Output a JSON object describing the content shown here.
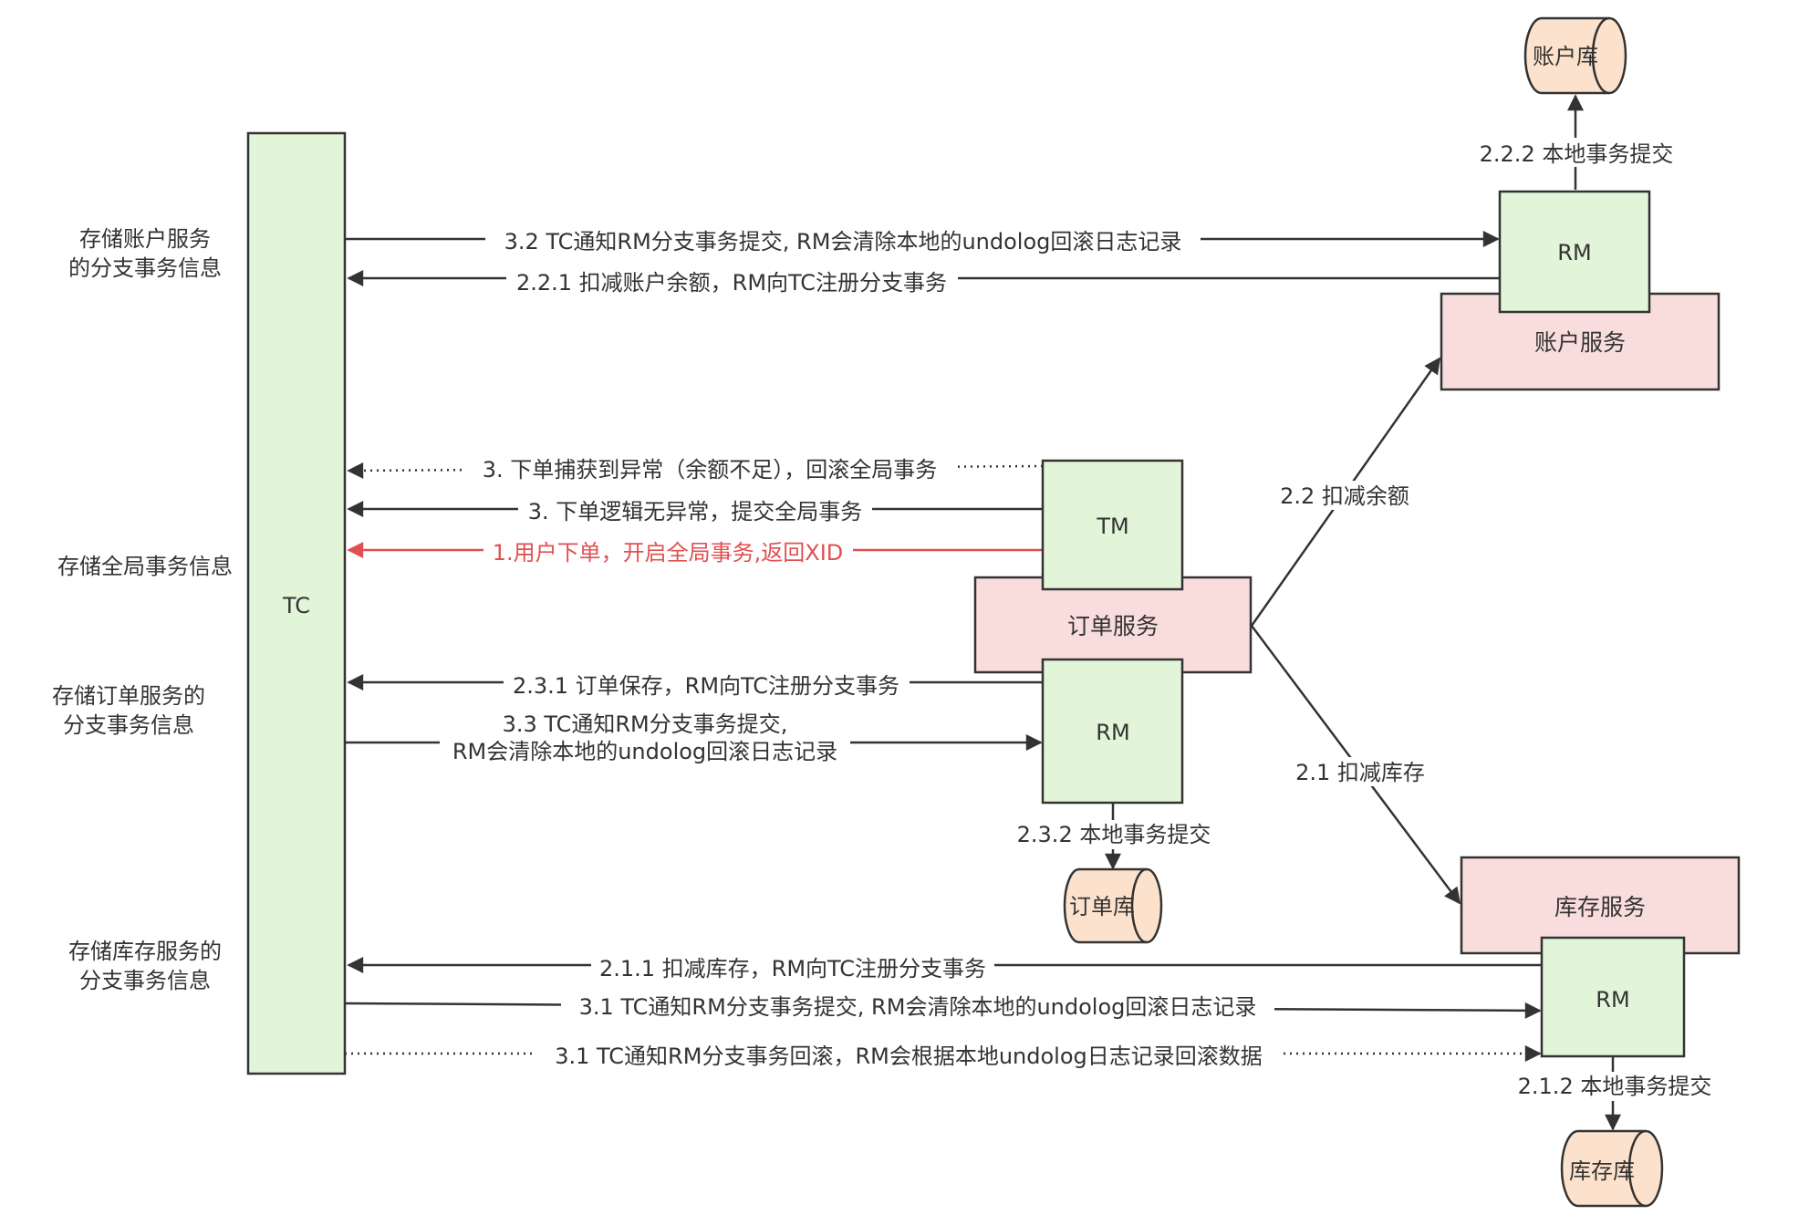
{
  "nodes": {
    "tc": "TC",
    "tm": "TM",
    "rm_account": "RM",
    "rm_order": "RM",
    "rm_stock": "RM",
    "account_service": "账户服务",
    "order_service": "订单服务",
    "stock_service": "库存服务",
    "account_db": "账户库",
    "order_db": "订单库",
    "stock_db": "库存库"
  },
  "side_notes": {
    "account_1": "存储账户服务",
    "account_2": "的分支事务信息",
    "global": "存储全局事务信息",
    "order_1": "存储订单服务的",
    "order_2": "分支事务信息",
    "stock_1": "存储库存服务的",
    "stock_2": "分支事务信息"
  },
  "edges": {
    "e32": "3.2 TC通知RM分支事务提交, RM会清除本地的undolog回滚日志记录",
    "e221": "2.2.1 扣减账户余额，RM向TC注册分支事务",
    "e222": "2.2.2 本地事务提交",
    "e3_rollback": "3. 下单捕获到异常（余额不足），回滚全局事务",
    "e3_commit": "3. 下单逻辑无异常，提交全局事务",
    "e1": "1.用户下单，开启全局事务,返回XID",
    "e22": "2.2 扣减余额",
    "e21": "2.1 扣减库存",
    "e231": "2.3.1 订单保存，RM向TC注册分支事务",
    "e33_1": "3.3 TC通知RM分支事务提交,",
    "e33_2": "RM会清除本地的undolog回滚日志记录",
    "e232": "2.3.2 本地事务提交",
    "e211": "2.1.1 扣减库存，RM向TC注册分支事务",
    "e31_commit": "3.1 TC通知RM分支事务提交, RM会清除本地的undolog回滚日志记录",
    "e31_rollback": "3.1 TC通知RM分支事务回滚，RM会根据本地undolog日志记录回滚数据",
    "e212": "2.1.2 本地事务提交"
  },
  "colors": {
    "green_fill": "#e3f5d8",
    "pink_fill": "#f9dcdc",
    "db_fill": "#fce2cc",
    "stroke": "#333333",
    "red": "#e05050"
  }
}
